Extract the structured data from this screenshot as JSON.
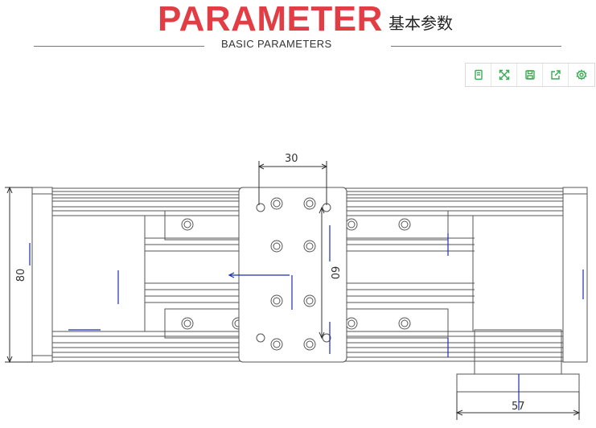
{
  "header": {
    "title_main": "PARAMETER",
    "title_cn": "基本参数",
    "subtitle": "BASIC PARAMETERS"
  },
  "toolbar": {
    "items": [
      {
        "icon": "page-icon"
      },
      {
        "icon": "expand-icon"
      },
      {
        "icon": "save-icon"
      },
      {
        "icon": "share-icon"
      },
      {
        "icon": "gear-icon"
      }
    ],
    "accent": "#3aaa55"
  },
  "drawing": {
    "dim_top": "30",
    "dim_left": "80",
    "dim_right": "60",
    "dim_bottom": "57"
  },
  "colors": {
    "title": "#e23d45",
    "line": "#555555",
    "blue": "#1a2fb0"
  }
}
